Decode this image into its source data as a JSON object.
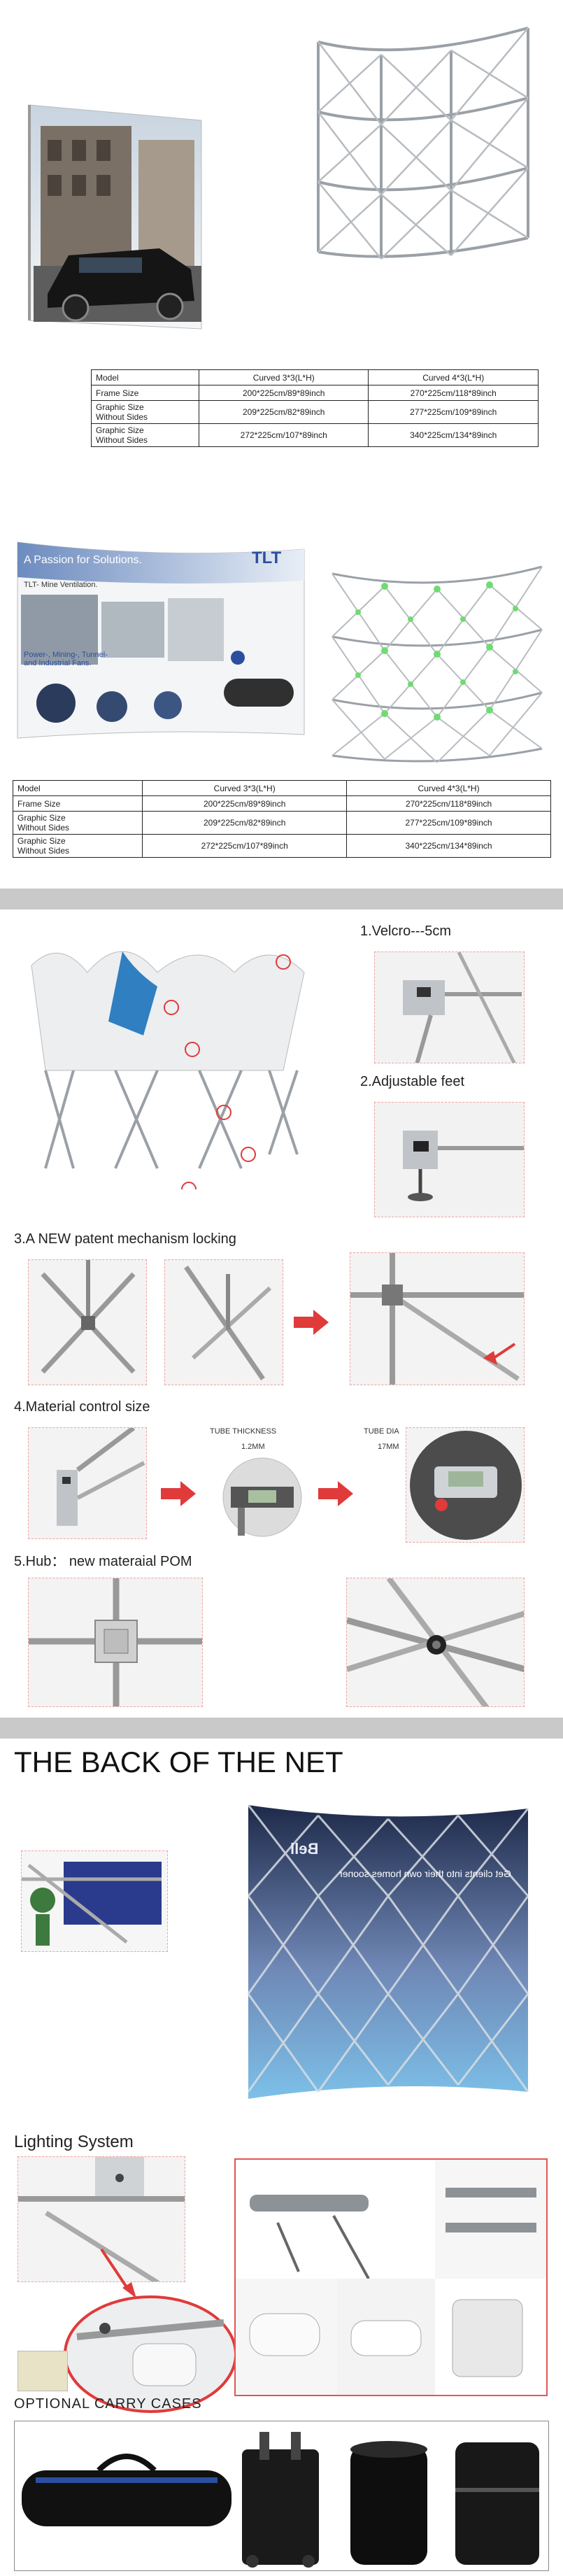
{
  "table1": {
    "headers": [
      "Model",
      "Curved 3*3(L*H)",
      "Curved 4*3(L*H)"
    ],
    "rows": [
      {
        "label": "Frame Size",
        "a": "200*225cm/89*89inch",
        "b": "270*225cm/118*89inch"
      },
      {
        "label": "Graphic Size\nWithout Sides",
        "a": "209*225cm/82*89inch",
        "b": "277*225cm/109*89inch"
      },
      {
        "label": "Graphic Size\nWithout Sides",
        "a": "272*225cm/107*89inch",
        "b": "340*225cm/134*89inch"
      }
    ]
  },
  "table2": {
    "headers": [
      "Model",
      "Curved 3*3(L*H)",
      "Curved 4*3(L*H)"
    ],
    "rows": [
      {
        "label": "Frame Size",
        "a": "200*225cm/89*89inch",
        "b": "270*225cm/118*89inch"
      },
      {
        "label": "Graphic Size\nWithout Sides",
        "a": "209*225cm/82*89inch",
        "b": "277*225cm/109*89inch"
      },
      {
        "label": "Graphic Size\nWithout Sides",
        "a": "272*225cm/107*89inch",
        "b": "340*225cm/134*89inch"
      }
    ]
  },
  "banner": {
    "title": "A Passion for Solutions.",
    "subtitle": "TLT- Mine Ventilation.",
    "logo": "TLT",
    "body": "Power-, Mining-, Tunnel-\nand Industrial Fans."
  },
  "features": {
    "f1": "1.Velcro---5cm",
    "f2": "2.Adjustable feet",
    "f3": "3.A NEW patent mechanism locking",
    "f4": "4.Material control size",
    "f4_tube_thickness": "TUBE THICKNESS",
    "f4_thickness_value": "1.2MM",
    "f4_tube_dia": "TUBE DIA",
    "f4_dia_value": "17MM",
    "f5": "5.Hub： new materaial POM"
  },
  "back": {
    "title": "THE BACK OF THE NET",
    "banner_text": "Get clients into their own homes sooner",
    "brand": "Bell"
  },
  "lighting": {
    "title": "Lighting System"
  },
  "cases": {
    "title": "OPTIONAL CARRY CASES"
  },
  "colors": {
    "accent_red": "#e03a3a",
    "band_grey": "#c9c9c9",
    "banner_blue": "#2b4fa0"
  }
}
